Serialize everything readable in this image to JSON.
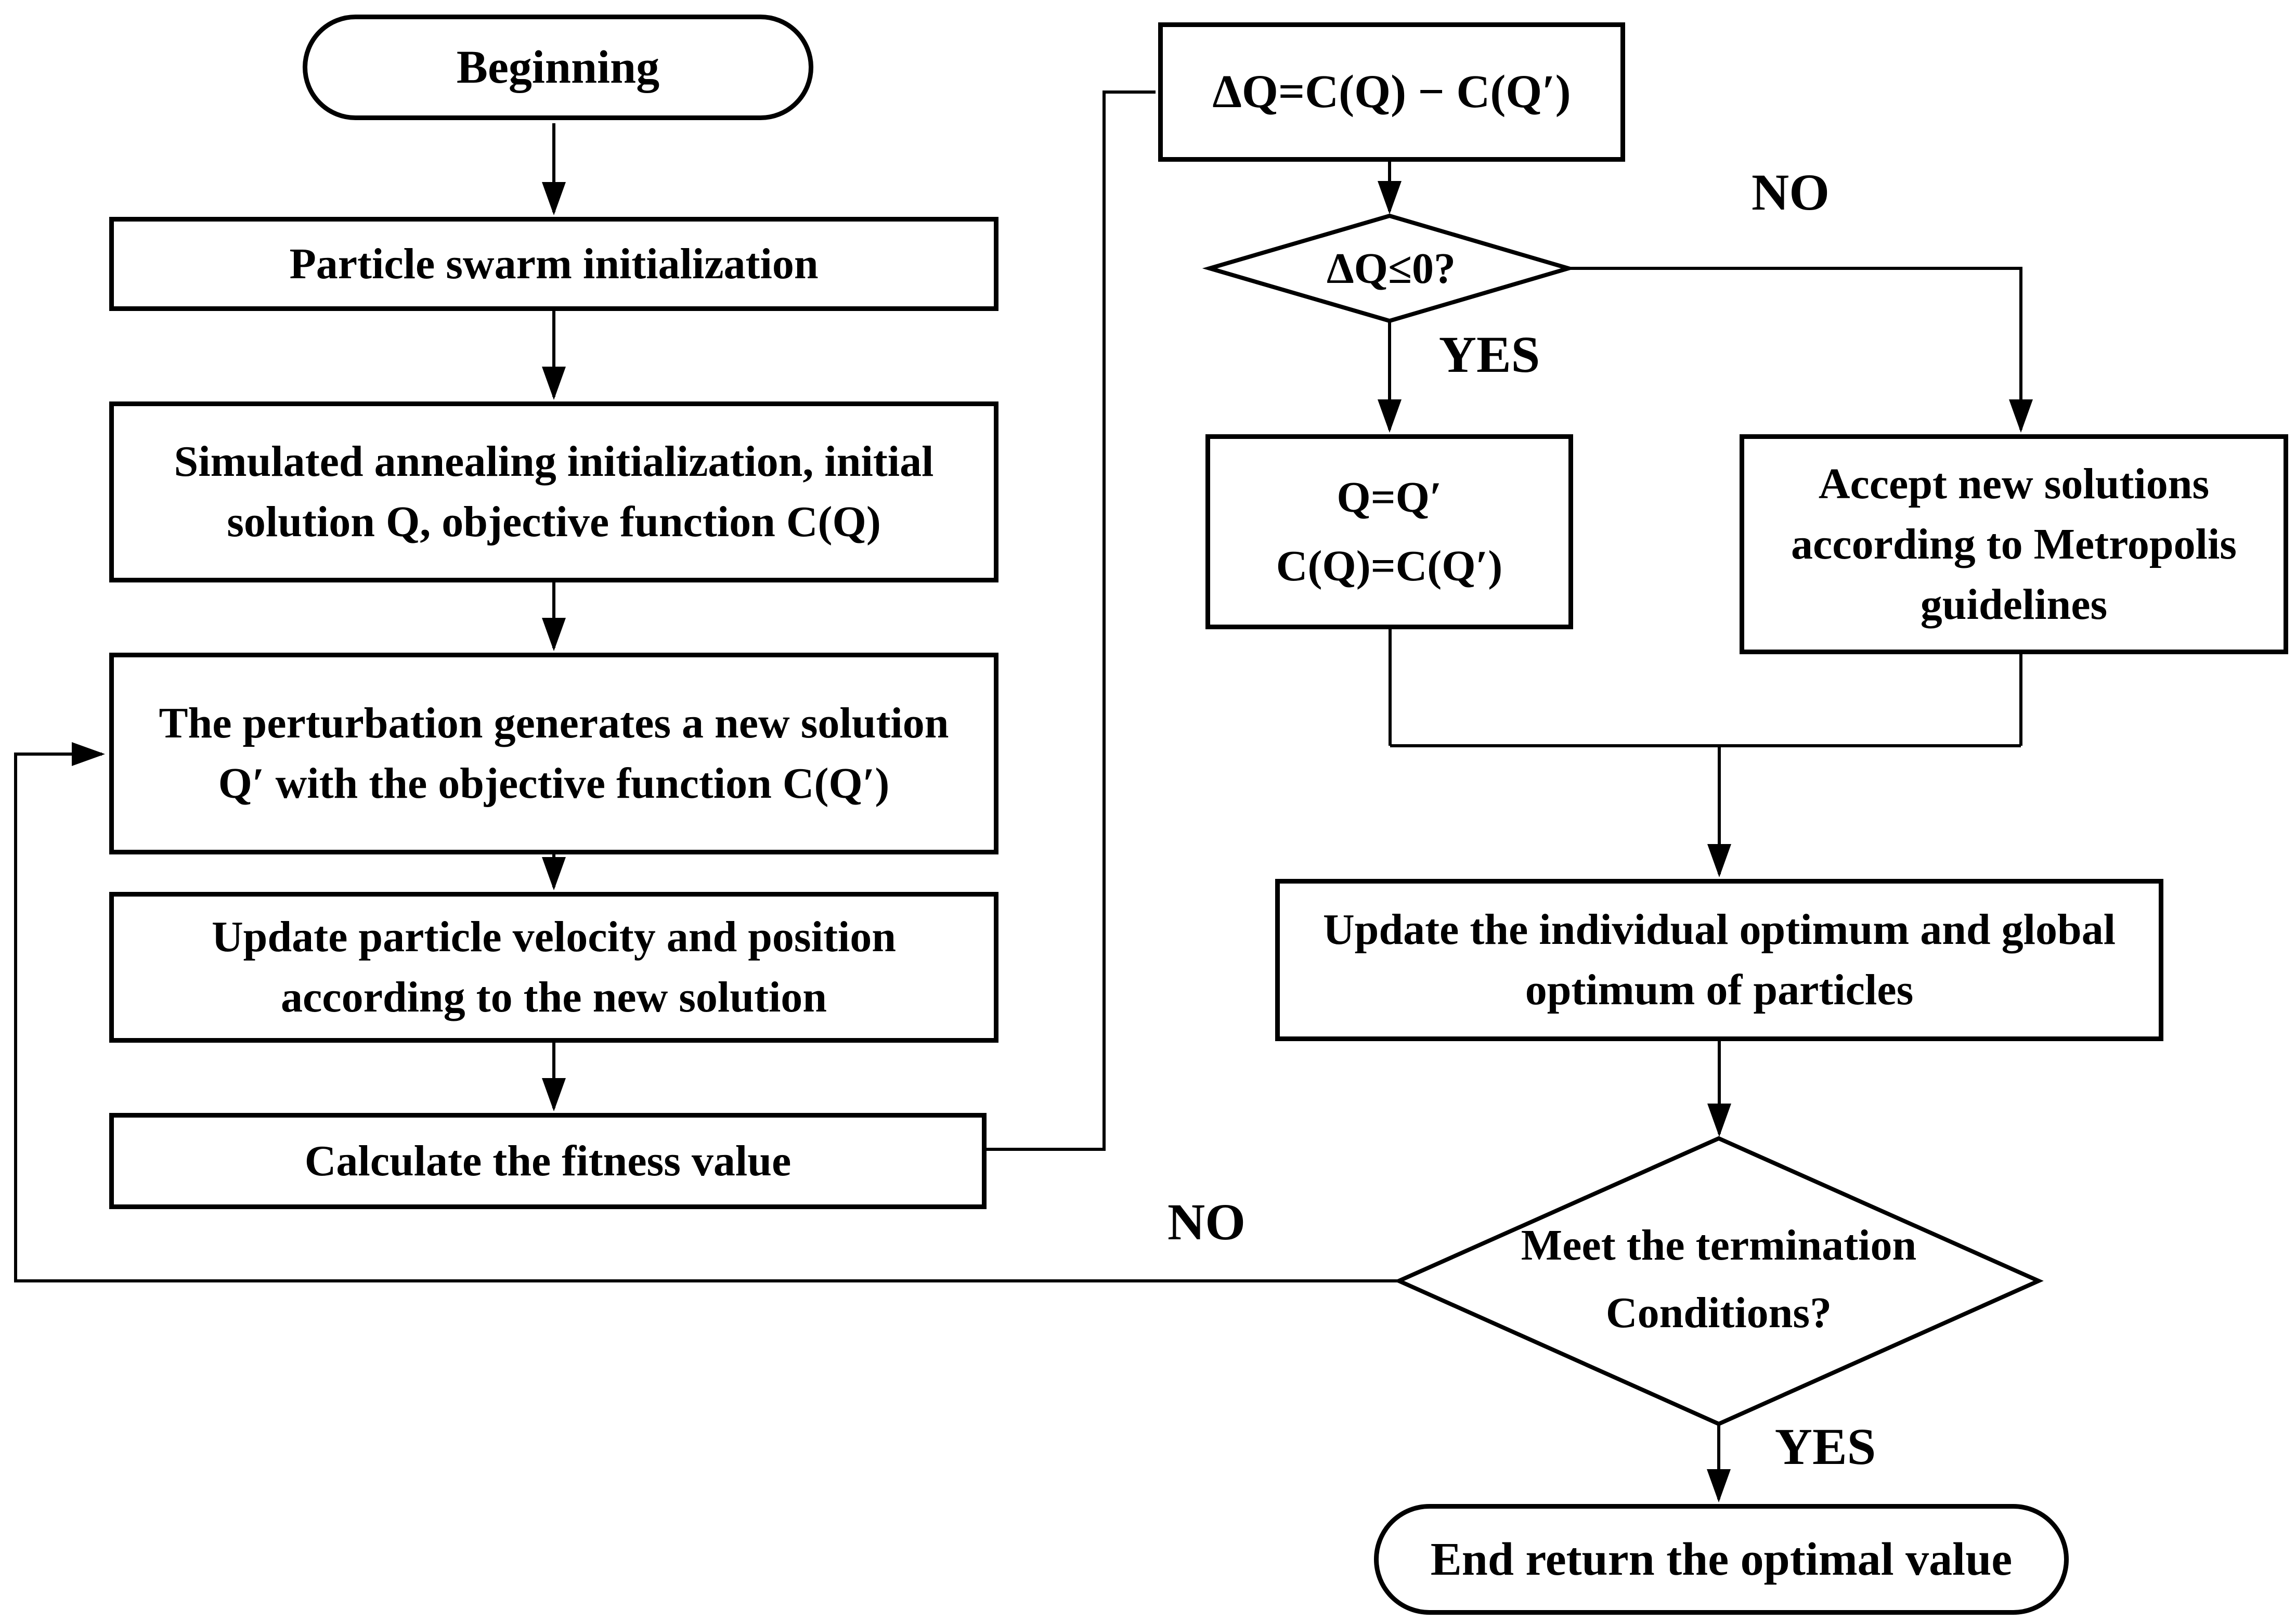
{
  "diagram": {
    "title": "PSO-SA hybrid algorithm flowchart",
    "colors": {
      "stroke": "#000000",
      "background": "#ffffff"
    },
    "nodes": {
      "begin": {
        "shape": "stadium",
        "label": "Beginning"
      },
      "pso": {
        "shape": "rect",
        "label": "Particle swarm initialization"
      },
      "sa": {
        "shape": "rect",
        "lines": [
          "Simulated annealing initialization, initial",
          "solution Q, objective function C(Q)"
        ]
      },
      "perturb": {
        "shape": "rect",
        "lines": [
          "The perturbation generates a new solution",
          "Q′ with the objective function C(Q′)"
        ]
      },
      "upv": {
        "shape": "rect",
        "lines": [
          "Update particle velocity and position",
          "according to the new solution"
        ]
      },
      "fitness": {
        "shape": "rect",
        "label": "Calculate the fitness value"
      },
      "deltaq": {
        "shape": "rect",
        "label": "ΔQ=C(Q) − C(Q′)"
      },
      "decision_dq": {
        "shape": "diamond",
        "label": "ΔQ≤0?"
      },
      "assign": {
        "shape": "rect",
        "lines": [
          "Q=Q′",
          "C(Q)=C(Q′)"
        ]
      },
      "metropolis": {
        "shape": "rect",
        "lines": [
          "Accept new solutions",
          "according to Metropolis",
          "guidelines"
        ]
      },
      "upopt": {
        "shape": "rect",
        "lines": [
          "Update the individual optimum and global",
          "optimum of particles"
        ]
      },
      "decision_term": {
        "shape": "diamond",
        "lines": [
          "Meet the termination",
          "Conditions?"
        ]
      },
      "end": {
        "shape": "stadium",
        "label": "End return the optimal value"
      }
    },
    "edge_labels": {
      "no_top": "NO",
      "yes_top": "YES",
      "no_loop": "NO",
      "yes_bottom": "YES"
    },
    "edges": [
      {
        "from": "begin",
        "to": "pso"
      },
      {
        "from": "pso",
        "to": "sa"
      },
      {
        "from": "sa",
        "to": "perturb"
      },
      {
        "from": "perturb",
        "to": "upv"
      },
      {
        "from": "upv",
        "to": "fitness"
      },
      {
        "from": "fitness",
        "to": "deltaq"
      },
      {
        "from": "deltaq",
        "to": "decision_dq"
      },
      {
        "from": "decision_dq",
        "to": "assign",
        "label": "YES"
      },
      {
        "from": "decision_dq",
        "to": "metropolis",
        "label": "NO"
      },
      {
        "from": "assign",
        "to": "upopt"
      },
      {
        "from": "metropolis",
        "to": "upopt"
      },
      {
        "from": "upopt",
        "to": "decision_term"
      },
      {
        "from": "decision_term",
        "to": "end",
        "label": "YES"
      },
      {
        "from": "decision_term",
        "to": "perturb",
        "label": "NO"
      }
    ]
  }
}
